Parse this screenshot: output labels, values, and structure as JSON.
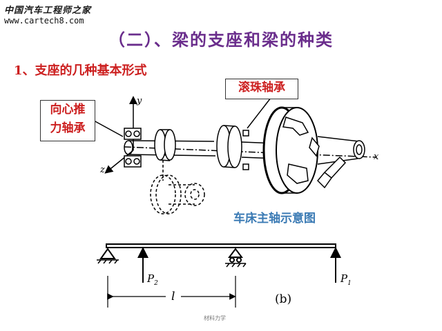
{
  "header": {
    "logo_text": "中国汽车工程师之家",
    "url": "www.cartech8.com"
  },
  "title": "（二）、梁的支座和梁的种类",
  "section": "1、支座的几种基本形式",
  "callouts": {
    "roller_bearing": "滚珠轴承",
    "thrust_bearing_line1": "向心推",
    "thrust_bearing_line2": "力轴承"
  },
  "caption": "车床主轴示意图",
  "axes": {
    "y": "y",
    "z": "z",
    "x": "x"
  },
  "beam": {
    "p2_letter": "P",
    "p2_sub": "2",
    "p1_letter": "P",
    "p1_sub": "1",
    "length": "l",
    "figure": "(b)"
  },
  "footer": "材料力学"
}
